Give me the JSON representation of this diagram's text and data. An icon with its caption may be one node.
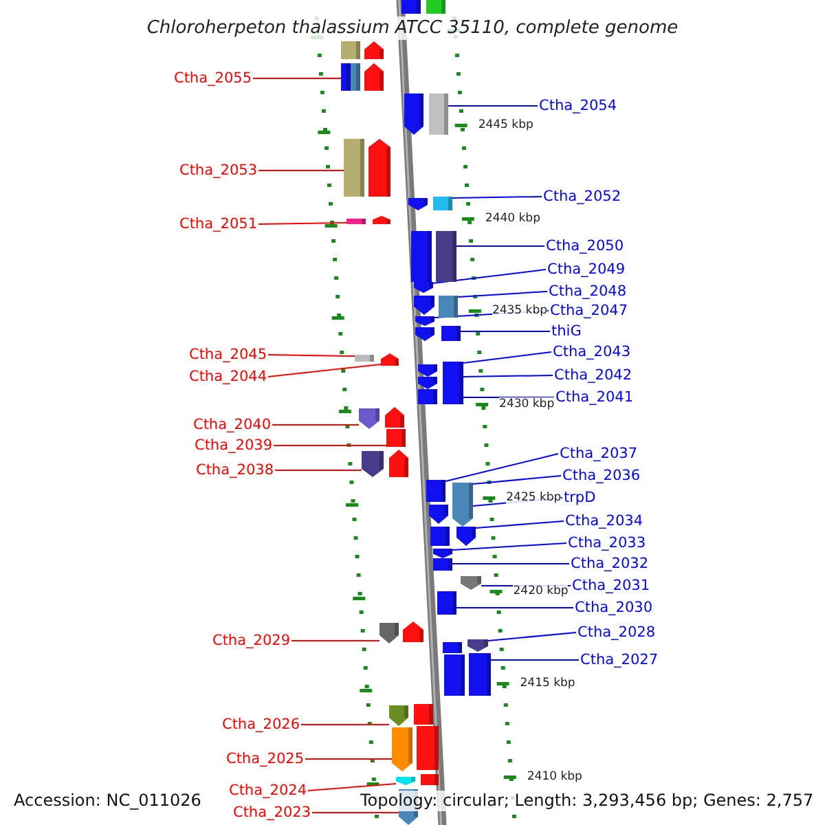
{
  "diagram": {
    "title": "Chloroherpeton thalassium ATCC 35110, complete genome",
    "nodes": [
      {
        "text": [
          "Ctha_2055"
        ]
      },
      {
        "text": [
          "Ctha_2053"
        ]
      },
      {
        "text": [
          "Ctha_2051"
        ]
      },
      {
        "text": [
          "Ctha_2045"
        ]
      },
      {
        "text": [
          "Ctha_2044"
        ]
      },
      {
        "text": [
          "Ctha_2040"
        ]
      },
      {
        "text": [
          "Ctha_2039"
        ]
      },
      {
        "text": [
          "Ctha_2038"
        ]
      },
      {
        "text": [
          "Ctha_2029"
        ]
      },
      {
        "text": [
          "Ctha_2026"
        ]
      },
      {
        "text": [
          "Ctha_2025"
        ]
      },
      {
        "text": [
          "Ctha_2024"
        ]
      },
      {
        "text": [
          "Ctha_2023"
        ]
      },
      {
        "text": [
          "Ctha_2054"
        ]
      },
      {
        "text": [
          "Ctha_2052"
        ]
      },
      {
        "text": [
          "Ctha_2050"
        ]
      },
      {
        "text": [
          "Ctha_2049"
        ]
      },
      {
        "text": [
          "Ctha_2048"
        ]
      },
      {
        "text": [
          "Ctha_2047"
        ]
      },
      {
        "text": [
          "thiG"
        ]
      },
      {
        "text": [
          "Ctha_2043"
        ]
      },
      {
        "text": [
          "Ctha_2042"
        ]
      },
      {
        "text": [
          "Ctha_2041"
        ]
      },
      {
        "text": [
          "Ctha_2037"
        ]
      },
      {
        "text": [
          "Ctha_2036"
        ]
      },
      {
        "text": [
          "trpD"
        ]
      },
      {
        "text": [
          "Ctha_2034"
        ]
      },
      {
        "text": [
          "Ctha_2033"
        ]
      },
      {
        "text": [
          "Ctha_2032"
        ]
      },
      {
        "text": [
          "Ctha_2031"
        ]
      },
      {
        "text": [
          "Ctha_2030"
        ]
      },
      {
        "text": [
          "Ctha_2028"
        ]
      },
      {
        "text": [
          "Ctha_2027"
        ]
      },
      {
        "text": [],
        "shape": "box"
      },
      {
        "text": [],
        "shape": "arrow"
      },
      {
        "text": [],
        "shape": "box"
      },
      {
        "text": [],
        "shape": "box"
      },
      {
        "text": [],
        "shape": "arrow"
      },
      {
        "text": [],
        "shape": "box"
      },
      {
        "text": [],
        "shape": "box"
      },
      {
        "text": [],
        "shape": "arrow"
      },
      {
        "text": [],
        "shape": "box"
      },
      {
        "text": [],
        "shape": "box"
      },
      {
        "text": [],
        "shape": "arrow"
      },
      {
        "text": [],
        "shape": "arrow"
      },
      {
        "text": [],
        "shape": "box"
      },
      {
        "text": [],
        "shape": "box"
      },
      {
        "text": [],
        "shape": "arrow"
      },
      {
        "text": [],
        "shape": "box"
      },
      {
        "text": [],
        "shape": "box"
      },
      {
        "text": [],
        "shape": "arrow"
      },
      {
        "text": [],
        "shape": "arrow"
      },
      {
        "text": [],
        "shape": "box"
      },
      {
        "text": [],
        "shape": "arrow"
      },
      {
        "text": [],
        "shape": "arrow"
      },
      {
        "text": [],
        "shape": "box"
      },
      {
        "text": [],
        "shape": "box"
      },
      {
        "text": [],
        "shape": "arrow"
      },
      {
        "text": [],
        "shape": "arrow"
      },
      {
        "text": [],
        "shape": "arrow"
      },
      {
        "text": [],
        "shape": "box"
      },
      {
        "text": [],
        "shape": "box"
      },
      {
        "text": [],
        "shape": "box"
      },
      {
        "text": [],
        "shape": "box"
      },
      {
        "text": [],
        "shape": "arrow"
      },
      {
        "text": [],
        "shape": "arrow"
      },
      {
        "text": [],
        "shape": "box"
      },
      {
        "text": [],
        "shape": "arrow"
      },
      {
        "text": [],
        "shape": "arrow"
      },
      {
        "text": [],
        "shape": "box"
      },
      {
        "text": [],
        "shape": "box"
      },
      {
        "text": [],
        "shape": "arrow"
      },
      {
        "text": [],
        "shape": "arrow"
      },
      {
        "text": [],
        "shape": "box"
      },
      {
        "text": [],
        "shape": "arrow"
      },
      {
        "text": [],
        "shape": "arrow"
      },
      {
        "text": [],
        "shape": "box"
      },
      {
        "text": [],
        "shape": "arrow"
      },
      {
        "text": [],
        "shape": "box"
      },
      {
        "text": [],
        "shape": "arrow"
      },
      {
        "text": [],
        "shape": "arrow"
      },
      {
        "text": [],
        "shape": "box"
      },
      {
        "text": [],
        "shape": "arrow"
      },
      {
        "text": [],
        "shape": "box"
      },
      {
        "text": [],
        "shape": "box"
      },
      {
        "text": [],
        "shape": "arrow"
      },
      {
        "text": [],
        "shape": "box"
      },
      {
        "text": [],
        "shape": "arrow"
      },
      {
        "text": [],
        "shape": "box"
      },
      {
        "text": [],
        "shape": "arrow"
      },
      {
        "text": [],
        "shape": "box"
      },
      {
        "text": [],
        "shape": "arrow"
      }
    ],
    "edges": [
      {
        "from": 0,
        "to": 35,
        "arrow": "none",
        "color": "#ff0000"
      },
      {
        "from": 1,
        "to": 42,
        "arrow": "none",
        "color": "#ff0000"
      },
      {
        "from": 2,
        "to": 46,
        "arrow": "none",
        "color": "#ff0000"
      },
      {
        "from": 3,
        "to": 56,
        "arrow": "none",
        "color": "#ff0000"
      },
      {
        "from": 4,
        "to": 57,
        "arrow": "none",
        "color": "#ff0000"
      },
      {
        "from": 5,
        "to": 64,
        "arrow": "none",
        "color": "#ff0000"
      },
      {
        "from": 6,
        "to": 66,
        "arrow": "none",
        "color": "#ff0000"
      },
      {
        "from": 7,
        "to": 67,
        "arrow": "none",
        "color": "#ff0000"
      },
      {
        "from": 8,
        "to": 79,
        "arrow": "none",
        "color": "#ff0000"
      },
      {
        "from": 9,
        "to": 85,
        "arrow": "none",
        "color": "#ff0000"
      },
      {
        "from": 10,
        "to": 87,
        "arrow": "none",
        "color": "#ff0000"
      },
      {
        "from": 11,
        "to": 89,
        "arrow": "none",
        "color": "#ff0000"
      },
      {
        "from": 12,
        "to": 91,
        "arrow": "none",
        "color": "#ff0000"
      },
      {
        "from": 13,
        "to": 41,
        "arrow": "none"
      },
      {
        "from": 14,
        "to": 45,
        "arrow": "none"
      },
      {
        "from": 15,
        "to": 49,
        "arrow": "none"
      },
      {
        "from": 16,
        "to": 50,
        "arrow": "none"
      },
      {
        "from": 17,
        "to": 52,
        "arrow": "none"
      },
      {
        "from": 18,
        "to": 53,
        "arrow": "none"
      },
      {
        "from": 19,
        "to": 55,
        "arrow": "none"
      },
      {
        "from": 20,
        "to": 61,
        "arrow": "none"
      },
      {
        "from": 21,
        "to": 62,
        "arrow": "none"
      },
      {
        "from": 22,
        "to": 63,
        "arrow": "none"
      },
      {
        "from": 23,
        "to": 69,
        "arrow": "none"
      },
      {
        "from": 24,
        "to": 70,
        "arrow": "none"
      },
      {
        "from": 25,
        "to": 71,
        "arrow": "none"
      },
      {
        "from": 26,
        "to": 74,
        "arrow": "none"
      },
      {
        "from": 27,
        "to": 75,
        "arrow": "none"
      },
      {
        "from": 28,
        "to": 76,
        "arrow": "none"
      },
      {
        "from": 29,
        "to": 77,
        "arrow": "none"
      },
      {
        "from": 30,
        "to": 78,
        "arrow": "none"
      },
      {
        "from": 31,
        "to": 82,
        "arrow": "none"
      },
      {
        "from": 32,
        "to": 84,
        "arrow": "none"
      }
    ],
    "labels": [
      "2445 kbp",
      "2440 kbp",
      "2435 kbp",
      "2430 kbp",
      "2425 kbp",
      "2420 kbp",
      "2415 kbp",
      "2410 kbp",
      "Accession: NC_011026",
      "Topology: circular; Length: 3,293,456 bp; Genes: 2,757"
    ]
  }
}
